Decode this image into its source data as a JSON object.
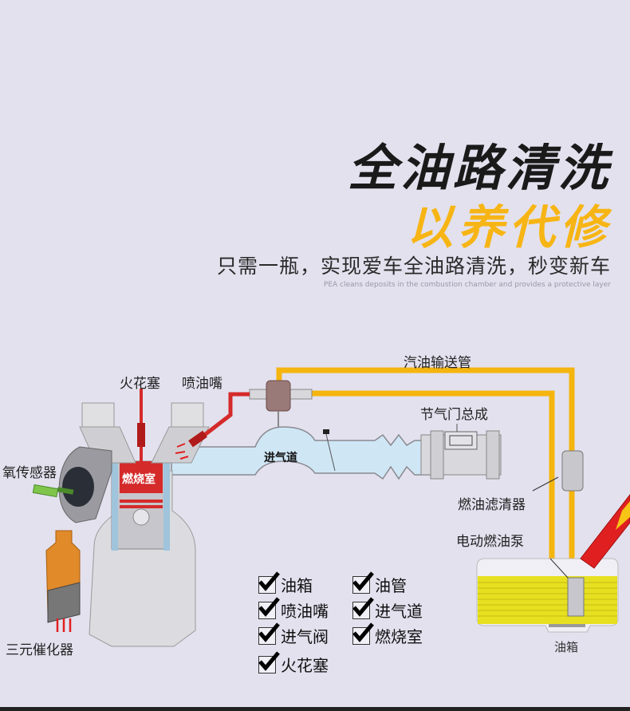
{
  "headline": {
    "title": "全油路清洗",
    "subtitle": "以养代修",
    "tagline": "只需一瓶，实现爱车全油路清洗，秒变新车",
    "tagline_en": "PEA cleans deposits in the combustion chamber and provides a protective layer"
  },
  "labels": {
    "spark_plug": "火花塞",
    "injector": "喷油嘴",
    "fuel_line": "汽油输送管",
    "throttle": "节气门总成",
    "intake": "进气道",
    "combustion_chamber": "燃烧室",
    "o2_sensor": "氧传感器",
    "catalytic_converter": "三元催化器",
    "fuel_filter": "燃油滤清器",
    "fuel_pump": "电动燃油泵",
    "fuel_tank": "油箱"
  },
  "checklist": [
    {
      "label": "油箱",
      "checked": true
    },
    {
      "label": "油管",
      "checked": true
    },
    {
      "label": "喷油嘴",
      "checked": true
    },
    {
      "label": "进气道",
      "checked": true
    },
    {
      "label": "进气阀",
      "checked": true
    },
    {
      "label": "燃烧室",
      "checked": true
    },
    {
      "label": "火花塞",
      "checked": true
    }
  ],
  "colors": {
    "background": "#e3e1ee",
    "accent": "#f7b515",
    "fuel_line": "#f5b50f",
    "red": "#d92020",
    "tank_yellow": "#e7e020",
    "intake_blue": "#cfe6f5"
  }
}
